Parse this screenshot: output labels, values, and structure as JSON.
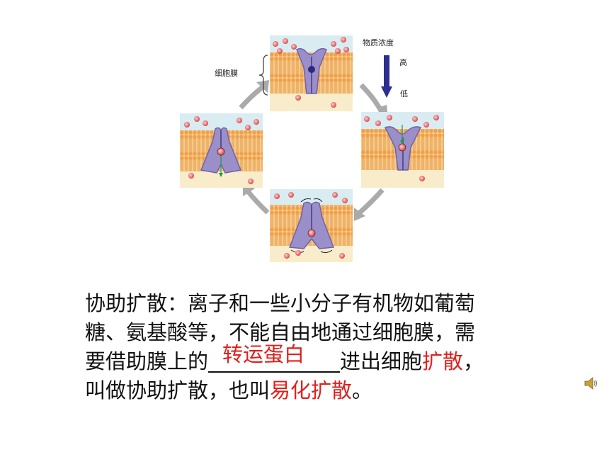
{
  "labels": {
    "membrane": "细胞膜",
    "concentration": "物质浓度",
    "high": "高",
    "low": "低"
  },
  "text": {
    "line1": "协助扩散：离子和一些小分子有机物如葡萄",
    "line2": "糖、氨基酸等，不能自由地通过细胞膜，需",
    "line3_pre": "要借助膜上的",
    "blank_answer": "转运蛋白",
    "line3_mid": "进出细胞",
    "line3_red": "扩散",
    "line3_post": "，",
    "line4_pre": "叫做协助扩散，也叫",
    "line4_red": "易化扩散",
    "line4_post": "。"
  },
  "icons": [
    "speaker-icon"
  ],
  "colors": {
    "highlight_red": "#e0201b",
    "membrane_orange": "#f0a04a",
    "protein_purple": "#9a8fc9",
    "molecule_red": "#e36a6a",
    "arrow_blue": "#2b2f8f"
  }
}
